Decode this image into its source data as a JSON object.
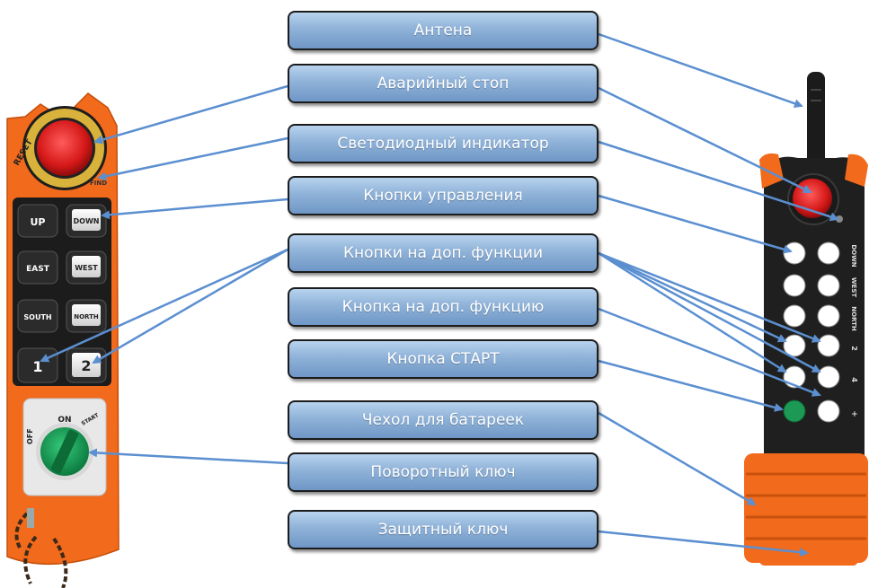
{
  "labels": [
    "Антена",
    "Аварийный стоп",
    "Светодиодный индикатор",
    "Кнопки управления",
    "Кнопки на доп. функции",
    "Кнопка на доп. функцию",
    "Кнопка СТАРТ",
    "Чехол для батареек",
    "Поворотный ключ",
    "Защитный ключ"
  ],
  "left_remote": {
    "reset_text": "RESET",
    "ring_text": "FIND",
    "buttons": [
      "UP",
      "DOWN",
      "EAST",
      "WEST",
      "SOUTH",
      "NORTH",
      "1",
      "2"
    ],
    "key_on": "ON",
    "key_off": "OFF",
    "key_start": "START"
  },
  "right_remote": {
    "side_labels": [
      "DOWN",
      "WEST",
      "NORTH",
      "2",
      "4",
      "+"
    ]
  },
  "colors": {
    "arrow": "#5b8fd0",
    "orange": "#f26a1b",
    "box_top": "#b7d3ee",
    "box_bottom": "#6f97c6"
  }
}
